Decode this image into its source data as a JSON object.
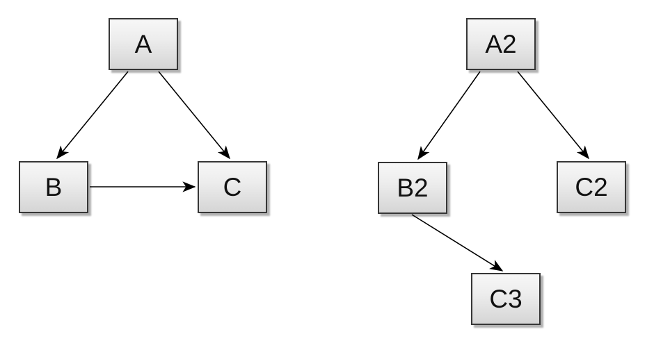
{
  "canvas": {
    "background_color": "#ffffff",
    "node_style": {
      "fill_top": "#f7f7f7",
      "fill_bottom": "#d5d5d5",
      "border_color": "#363636",
      "shadow_color": "#b0b0b0",
      "label_color": "#111111"
    },
    "edge_color": "#000000"
  },
  "diagrams": [
    {
      "name": "left-graph",
      "nodes": [
        {
          "id": "A",
          "label": "A"
        },
        {
          "id": "B",
          "label": "B"
        },
        {
          "id": "C",
          "label": "C"
        }
      ],
      "edges": [
        {
          "from": "A",
          "to": "B"
        },
        {
          "from": "A",
          "to": "C"
        },
        {
          "from": "B",
          "to": "C"
        }
      ]
    },
    {
      "name": "right-graph",
      "nodes": [
        {
          "id": "A2",
          "label": "A2"
        },
        {
          "id": "B2",
          "label": "B2"
        },
        {
          "id": "C2",
          "label": "C2"
        },
        {
          "id": "C3",
          "label": "C3"
        }
      ],
      "edges": [
        {
          "from": "A2",
          "to": "B2"
        },
        {
          "from": "A2",
          "to": "C2"
        },
        {
          "from": "B2",
          "to": "C3"
        }
      ]
    }
  ]
}
